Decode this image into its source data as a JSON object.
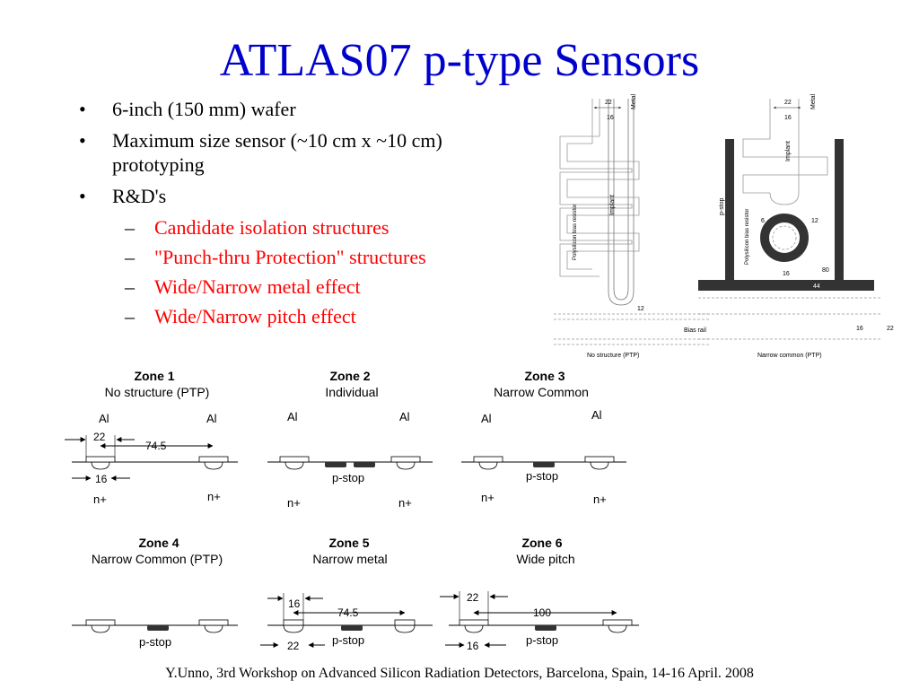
{
  "slide": {
    "title": "ATLAS07 p-type Sensors",
    "bullets": [
      "6-inch (150 mm) wafer",
      "Maximum size sensor (~10 cm x ~10 cm) prototyping",
      "R&D's"
    ],
    "sub_bullets": [
      "Candidate isolation structures",
      "\"Punch-thru Protection\" structures",
      "Wide/Narrow metal effect",
      "Wide/Narrow pitch effect"
    ],
    "footer": "Y.Unno, 3rd Workshop on Advanced Silicon Radiation Detectors, Barcelona, Spain, 14-16 April. 2008",
    "colors": {
      "title": "#0000cc",
      "sub_bullet": "#ff0000",
      "pstop": "#333333"
    }
  },
  "layout_drawing": {
    "left": {
      "caption": "No structure (PTP)",
      "metal": "Metal",
      "implant": "Implant",
      "resistor": "Polysilicon bias resistor",
      "dim_22": "22",
      "dim_16": "16",
      "dim_12": "12"
    },
    "right": {
      "caption": "Narrow common (PTP)",
      "metal": "Metal",
      "implant": "Implant",
      "pstop": "p-stop",
      "resistor": "Polysilicon bias resistor",
      "bias_rail": "Bias rail",
      "dim_22": "22",
      "dim_16": "16",
      "dim_6": "6",
      "dim_12": "12",
      "dim_80": "80",
      "dim_44": "44",
      "dim_16b": "16",
      "dim_22b": "22"
    }
  },
  "zones": [
    {
      "title": "Zone 1",
      "subtitle": "No structure (PTP)",
      "al_left": "Al",
      "al_right": "Al",
      "n_left": "n+",
      "n_right": "n+",
      "dim_a": "22",
      "dim_b": "74.5",
      "dim_c": "16"
    },
    {
      "title": "Zone 2",
      "subtitle": "Individual",
      "al_left": "Al",
      "al_right": "Al",
      "n_left": "n+",
      "n_right": "n+",
      "pstop": "p-stop"
    },
    {
      "title": "Zone 3",
      "subtitle": "Narrow Common",
      "al_left": "Al",
      "al_right": "Al",
      "n_left": "n+",
      "n_right": "n+",
      "pstop": "p-stop"
    },
    {
      "title": "Zone 4",
      "subtitle": "Narrow Common (PTP)",
      "pstop": "p-stop"
    },
    {
      "title": "Zone 5",
      "subtitle": "Narrow metal",
      "pstop": "p-stop",
      "dim_a": "16",
      "dim_b": "74.5",
      "dim_c": "22"
    },
    {
      "title": "Zone 6",
      "subtitle": "Wide pitch",
      "pstop": "p-stop",
      "dim_a": "22",
      "dim_b": "100",
      "dim_c": "16"
    }
  ]
}
